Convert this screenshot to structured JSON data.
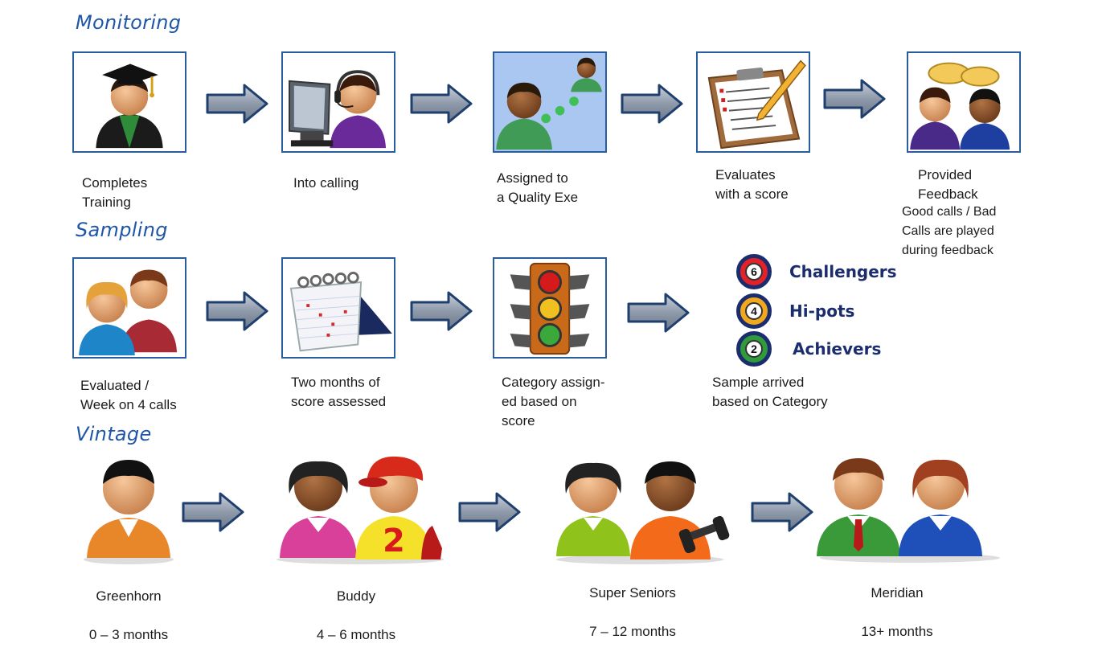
{
  "sections": {
    "monitoring": "Monitoring",
    "sampling": "Sampling",
    "vintage": "Vintage"
  },
  "monitoring_steps": [
    {
      "icon": "graduate-icon",
      "caption": "Completes\nTraining"
    },
    {
      "icon": "call-agent-icon",
      "caption": "Into calling"
    },
    {
      "icon": "quality-exec-icon",
      "caption": "Assigned to\na Quality Exe"
    },
    {
      "icon": "clipboard-icon",
      "caption": "Evaluates\nwith a score"
    },
    {
      "icon": "feedback-icon",
      "caption": "Provided\nFeedback",
      "note": "Good calls / Bad\nCalls are played\nduring feedback"
    }
  ],
  "sampling_steps": [
    {
      "icon": "people-pair-icon",
      "caption": "Evaluated /\nWeek on 4 calls"
    },
    {
      "icon": "calendar-icon",
      "caption": "Two months of\nscore assessed"
    },
    {
      "icon": "traffic-light-icon",
      "caption": "Category assign-\ned based on\nscore"
    }
  ],
  "categories": [
    {
      "number": "6",
      "label": "Challengers",
      "color": "#e3212b"
    },
    {
      "number": "4",
      "label": "Hi-pots",
      "color": "#f2a81d"
    },
    {
      "number": "2",
      "label": "Achievers",
      "color": "#2f9b3a"
    }
  ],
  "categories_caption": "Sample arrived\nbased on Category",
  "vintage_stages": [
    {
      "name": "Greenhorn",
      "range": "0 – 3 months"
    },
    {
      "name": "Buddy",
      "range": "4 – 6 months"
    },
    {
      "name": "Super Seniors",
      "range": "7 – 12 months"
    },
    {
      "name": "Meridian",
      "range": "13+ months"
    }
  ],
  "colors": {
    "title_blue": "#1f56a8",
    "box_border": "#2a5d9f",
    "arrow_fill": "#8a96a8",
    "arrow_stroke": "#1f3f6e"
  }
}
